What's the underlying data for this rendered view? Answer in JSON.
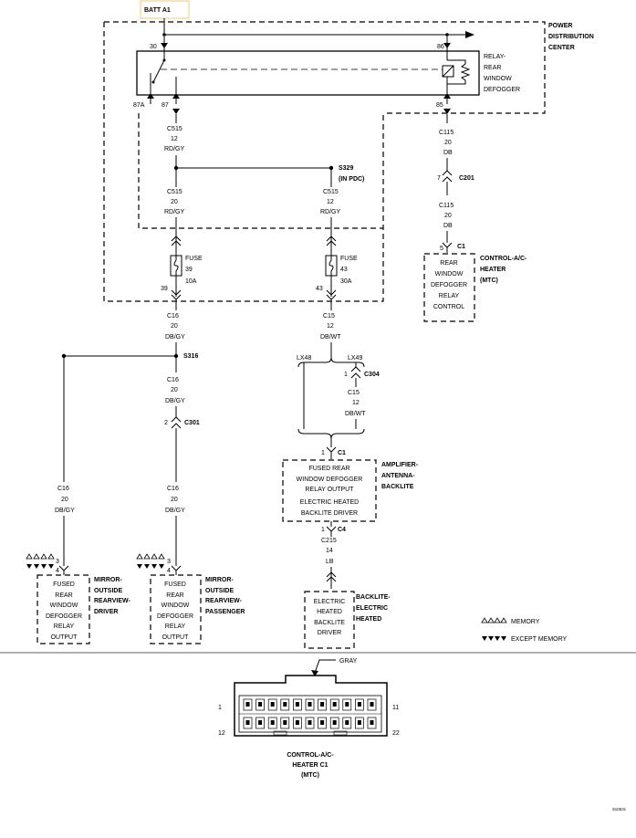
{
  "batt": "BATT A1",
  "pdc": [
    "POWER",
    "DISTRIBUTION",
    "CENTER"
  ],
  "relay_pins": {
    "p30": "30",
    "p86": "86",
    "p87a": "87A",
    "p87": "87",
    "p85": "85"
  },
  "relay_name": [
    "RELAY-",
    "REAR",
    "WINDOW",
    "DEFOGGER"
  ],
  "wires": {
    "w1": [
      "C515",
      "12",
      "RD/GY"
    ],
    "w2": [
      "C115",
      "20",
      "DB"
    ],
    "w3": [
      "C515",
      "20",
      "RD/GY"
    ],
    "w4": [
      "C515",
      "12",
      "RD/GY"
    ],
    "w5": [
      "C115",
      "20",
      "DB"
    ],
    "w6": [
      "C16",
      "20",
      "DB/GY"
    ],
    "w7": [
      "C15",
      "12",
      "DB/WT"
    ],
    "w8": [
      "C16",
      "20",
      "DB/GY"
    ],
    "w9": [
      "C15",
      "12",
      "DB/WT"
    ],
    "w10": [
      "C16",
      "20",
      "DB/GY"
    ],
    "w11": [
      "C16",
      "20",
      "DB/GY"
    ],
    "w12": [
      "C215",
      "14",
      "LB"
    ]
  },
  "splices": {
    "s329": "S329",
    "s329_sub": "(IN PDC)",
    "s316": "S316"
  },
  "connectors": {
    "c201": "C201",
    "c201_pin": "7",
    "c1_hvac": "C1",
    "c1_hvac_pin": "5",
    "c304": "C304",
    "c304_pin": "1",
    "c301": "C301",
    "c301_pin": "2",
    "c1_amp": "C1",
    "c1_amp_pin": "1",
    "c4": "C4",
    "c4_pin": "1"
  },
  "fuse39": {
    "label": "FUSE",
    "num": "39",
    "rating": "10A",
    "pin": "39"
  },
  "fuse43": {
    "label": "FUSE",
    "num": "43",
    "rating": "30A",
    "pin": "43"
  },
  "lx": {
    "lx48": "LX48",
    "lx49": "LX49"
  },
  "hvac_box": [
    "REAR",
    "WINDOW",
    "DEFOGGER",
    "RELAY",
    "CONTROL"
  ],
  "hvac_name": [
    "CONTROL-A/C-",
    "HEATER",
    "(MTC)"
  ],
  "amp_box": [
    "FUSED REAR",
    "WINDOW DEFOGGER",
    "RELAY OUTPUT",
    "ELECTRIC HEATED",
    "BACKLITE DRIVER"
  ],
  "amp_name": [
    "AMPLIFIER-",
    "ANTENNA-",
    "BACKLITE"
  ],
  "mirror_box": [
    "FUSED",
    "REAR",
    "WINDOW",
    "DEFOGGER",
    "RELAY",
    "OUTPUT"
  ],
  "mirror_driver": [
    "MIRROR-",
    "OUTSIDE",
    "REARVIEW-",
    "DRIVER"
  ],
  "mirror_pass": [
    "MIRROR-",
    "OUTSIDE",
    "REARVIEW-",
    "PASSENGER"
  ],
  "mirror_pins": {
    "memory": "3",
    "except": "4"
  },
  "backlite_box": [
    "ELECTRIC",
    "HEATED",
    "BACKLITE",
    "DRIVER"
  ],
  "backlite_name": [
    "BACKLITE-",
    "ELECTRIC",
    "HEATED"
  ],
  "legend": {
    "memory": "MEMORY",
    "except": "EXCEPT MEMORY"
  },
  "connector_view": {
    "gray": "GRAY",
    "pin1": "1",
    "pin11": "11",
    "pin12": "12",
    "pin22": "22",
    "name": [
      "CONTROL-A/C-",
      "HEATER C1",
      "(MTC)"
    ]
  },
  "figure_id": "81053c"
}
